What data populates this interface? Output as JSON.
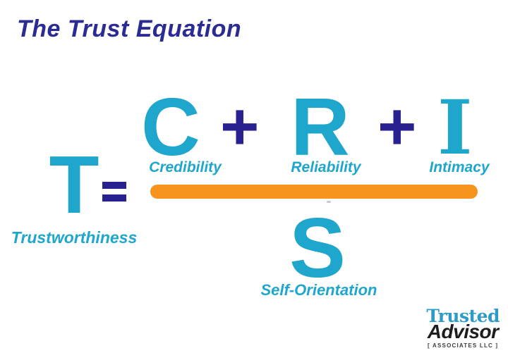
{
  "title": "The Trust Equation",
  "equation": {
    "result": {
      "letter": "T",
      "label": "Trustworthiness"
    },
    "equals_sign": "=",
    "plus_sign": "+",
    "numerator": {
      "terms": [
        {
          "letter": "C",
          "label": "Credibility"
        },
        {
          "letter": "R",
          "label": "Reliability"
        },
        {
          "letter": "I",
          "label": "Intimacy"
        }
      ]
    },
    "denominator": {
      "letter": "S",
      "label": "Self-Orientation"
    }
  },
  "logo": {
    "name_top": "Trusted",
    "name_bottom": "Advisor",
    "tagline": "[ ASSOCIATES LLC ]"
  },
  "colors": {
    "cyan": "#1fa6cd",
    "navy_operators": "#29218f",
    "title_navy": "#2b2b94",
    "orange_bar": "#f7941e",
    "logo_blue": "#2e9bc7",
    "logo_dark": "#1d1d1d"
  }
}
